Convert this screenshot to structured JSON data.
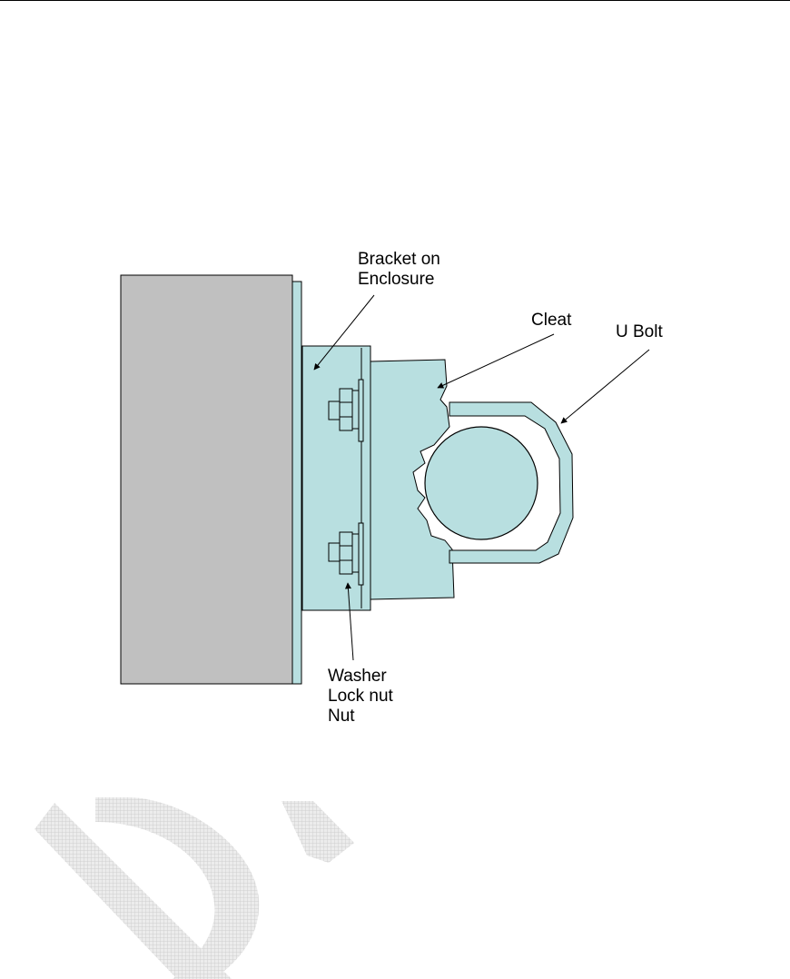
{
  "colors": {
    "enclosure_fill": "#c0c0c0",
    "part_fill": "#b8dfe0",
    "outline": "#000000",
    "watermark": "#d6d6d6"
  },
  "labels": {
    "bracket": {
      "line1": "Bracket on",
      "line2": "Enclosure"
    },
    "cleat": "Cleat",
    "u_bolt": "U Bolt",
    "hardware": {
      "line1": "Washer",
      "line2": "Lock nut",
      "line3": "Nut"
    }
  }
}
